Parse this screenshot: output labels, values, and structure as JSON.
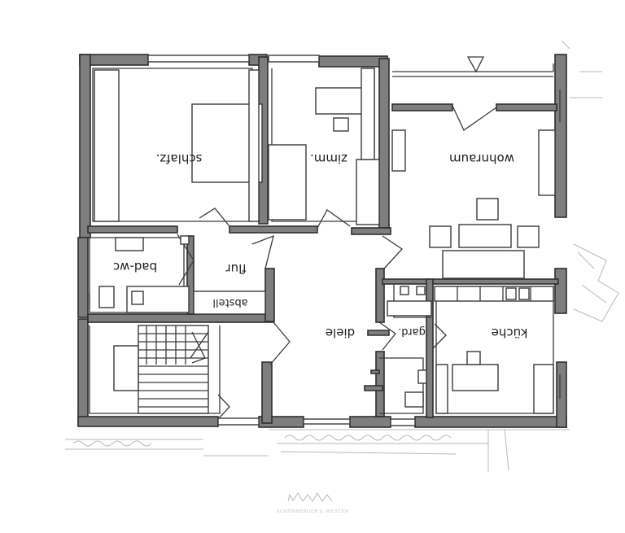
{
  "plan": {
    "rooms": {
      "schlafzimmer": "schlafz.",
      "zimmer": "zimm.",
      "wohnraum": "wohnraum",
      "bad_wc": "bad-wc",
      "flur": "flur",
      "abstell": "abstell",
      "diele": "diele",
      "garderobe": "gard.",
      "kueche": "küche"
    },
    "watermark": "SCHÖNBERGER & WESTEN"
  }
}
